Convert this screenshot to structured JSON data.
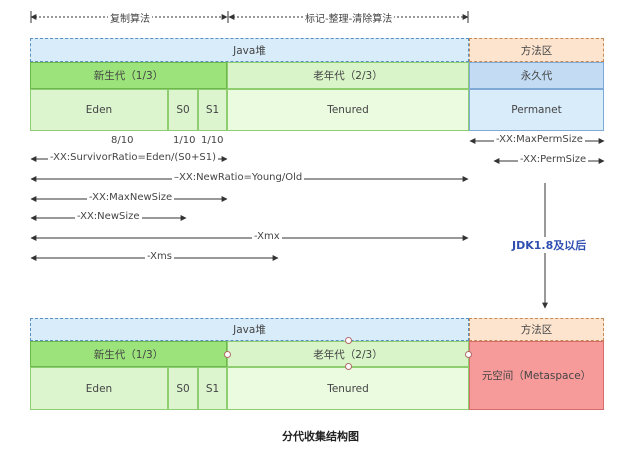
{
  "top_labels": {
    "copy": "复制算法",
    "mark": "标记-整理-清除算法"
  },
  "upper": {
    "java_heap": "Java堆",
    "method_area": "方法区",
    "young_gen": "新生代（1/3）",
    "old_gen": "老年代（2/3）",
    "perm_gen": "永久代",
    "eden": "Eden",
    "s0": "S0",
    "s1": "S1",
    "tenured": "Tenured",
    "permanet": "Permanet"
  },
  "ratios": {
    "eden": "8/10",
    "s0": "1/10",
    "s1": "1/10"
  },
  "params": {
    "survivor_ratio": "-XX:SurvivorRatio=Eden/(S0+S1)",
    "new_ratio": "–XX:NewRatio=Young/Old",
    "max_new_size": "-XX:MaxNewSize",
    "new_size": "-XX:NewSize",
    "xmx": "-Xmx",
    "xms": "-Xms",
    "max_perm_size": "-XX:MaxPermSize",
    "perm_size": "-XX:PermSize"
  },
  "transition_label": "JDK1.8及以后",
  "lower": {
    "java_heap": "Java堆",
    "method_area": "方法区",
    "young_gen": "新生代（1/3）",
    "old_gen": "老年代（2/3）",
    "eden": "Eden",
    "s0": "S0",
    "s1": "S1",
    "tenured": "Tenured",
    "metaspace": "元空间（Metaspace）"
  },
  "caption": "分代收集结构图"
}
